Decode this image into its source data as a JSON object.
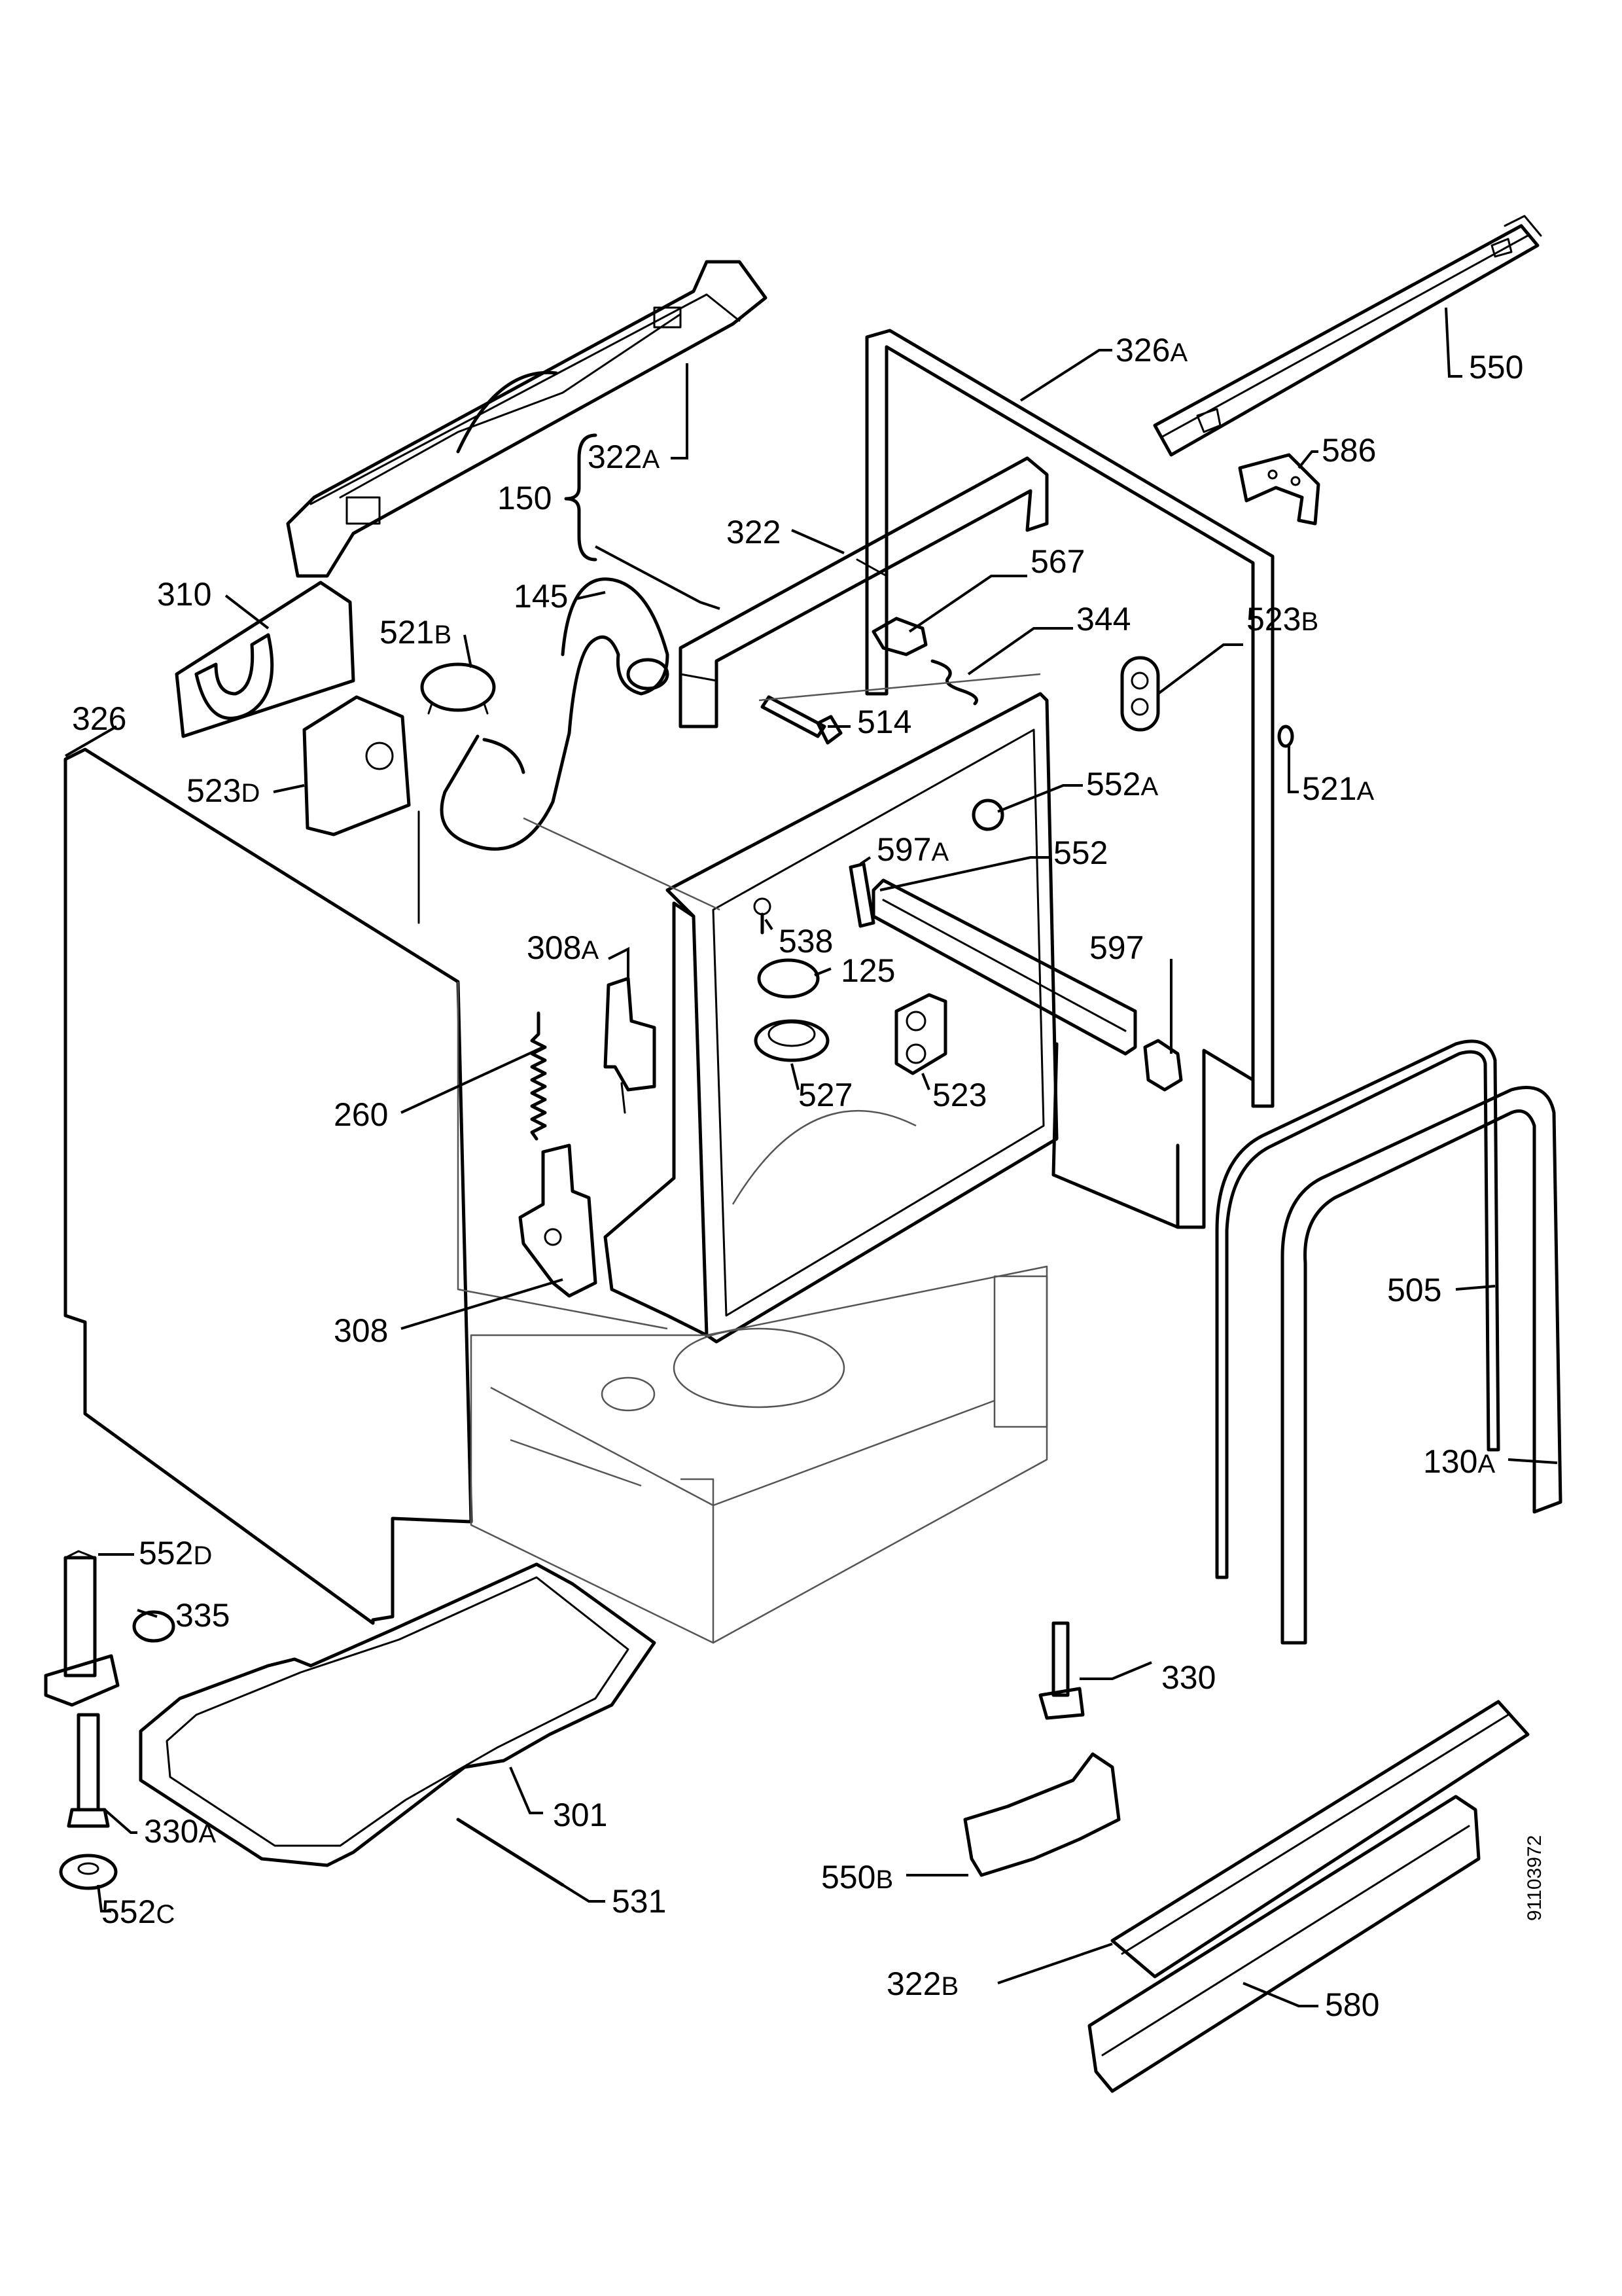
{
  "labels": {
    "l326a": {
      "num": "326",
      "suffix": "A"
    },
    "l550": {
      "num": "550",
      "suffix": ""
    },
    "l586": {
      "num": "586",
      "suffix": ""
    },
    "l322a": {
      "num": "322",
      "suffix": "A"
    },
    "l150": {
      "num": "150",
      "suffix": ""
    },
    "l322": {
      "num": "322",
      "suffix": ""
    },
    "l567": {
      "num": "567",
      "suffix": ""
    },
    "l310": {
      "num": "310",
      "suffix": ""
    },
    "l145": {
      "num": "145",
      "suffix": ""
    },
    "l344": {
      "num": "344",
      "suffix": ""
    },
    "l523b": {
      "num": "523",
      "suffix": "B"
    },
    "l521b": {
      "num": "521",
      "suffix": "B"
    },
    "l326": {
      "num": "326",
      "suffix": ""
    },
    "l514": {
      "num": "514",
      "suffix": ""
    },
    "l521a": {
      "num": "521",
      "suffix": "A"
    },
    "l523d": {
      "num": "523",
      "suffix": "D"
    },
    "l552a": {
      "num": "552",
      "suffix": "A"
    },
    "l597a": {
      "num": "597",
      "suffix": "A"
    },
    "l552": {
      "num": "552",
      "suffix": ""
    },
    "l538": {
      "num": "538",
      "suffix": ""
    },
    "l308a": {
      "num": "308",
      "suffix": "A"
    },
    "l597": {
      "num": "597",
      "suffix": ""
    },
    "l125": {
      "num": "125",
      "suffix": ""
    },
    "l527": {
      "num": "527",
      "suffix": ""
    },
    "l523": {
      "num": "523",
      "suffix": ""
    },
    "l260": {
      "num": "260",
      "suffix": ""
    },
    "l505": {
      "num": "505",
      "suffix": ""
    },
    "l308": {
      "num": "308",
      "suffix": ""
    },
    "l130a": {
      "num": "130",
      "suffix": "A"
    },
    "l552d": {
      "num": "552",
      "suffix": "D"
    },
    "l335": {
      "num": "335",
      "suffix": ""
    },
    "l330": {
      "num": "330",
      "suffix": ""
    },
    "l301": {
      "num": "301",
      "suffix": ""
    },
    "l330a": {
      "num": "330",
      "suffix": "A"
    },
    "l550b": {
      "num": "550",
      "suffix": "B"
    },
    "l531": {
      "num": "531",
      "suffix": ""
    },
    "l552c": {
      "num": "552",
      "suffix": "C"
    },
    "l322b": {
      "num": "322",
      "suffix": "B"
    },
    "l580": {
      "num": "580",
      "suffix": ""
    }
  },
  "document_number": "91103972"
}
